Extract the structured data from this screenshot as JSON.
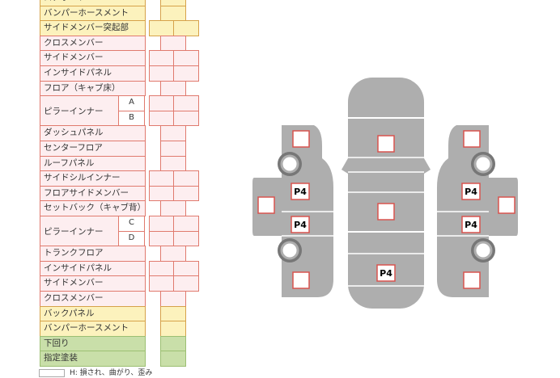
{
  "rows": [
    {
      "label": "ロアボード",
      "color": "yellow",
      "marks": "single-yellow"
    },
    {
      "label": "バンパーホースメント",
      "color": "yellow",
      "marks": "single-yellow"
    },
    {
      "label": "サイドメンバー突起部",
      "color": "yellow",
      "marks": "double-yellow"
    },
    {
      "label": "クロスメンバー",
      "color": "pink",
      "marks": "single"
    },
    {
      "label": "サイドメンバー",
      "color": "pink",
      "marks": "double"
    },
    {
      "label": "インサイドパネル",
      "color": "pink",
      "marks": "double"
    },
    {
      "label": "フロア（キャブ床）",
      "color": "pink",
      "marks": "single"
    },
    {
      "label": "ピラーインナー",
      "color": "pink",
      "marks": "double",
      "sub": [
        "A",
        "B"
      ]
    },
    {
      "label": "ダッシュパネル",
      "color": "pink",
      "marks": "single"
    },
    {
      "label": "センターフロア",
      "color": "pink",
      "marks": "single"
    },
    {
      "label": "ルーフパネル",
      "color": "pink",
      "marks": "single"
    },
    {
      "label": "サイドシルインナー",
      "color": "pink",
      "marks": "double"
    },
    {
      "label": "フロアサイドメンバー",
      "color": "pink",
      "marks": "double"
    },
    {
      "label": "セットバック（キャブ背）",
      "color": "pink",
      "marks": "single"
    },
    {
      "label": "ピラーインナー",
      "color": "pink",
      "marks": "double",
      "sub": [
        "C",
        "D"
      ]
    },
    {
      "label": "トランクフロア",
      "color": "pink",
      "marks": "single"
    },
    {
      "label": "インサイドパネル",
      "color": "pink",
      "marks": "double"
    },
    {
      "label": "サイドメンバー",
      "color": "pink",
      "marks": "double"
    },
    {
      "label": "クロスメンバー",
      "color": "pink",
      "marks": "single"
    },
    {
      "label": "バックパネル",
      "color": "yellow",
      "marks": "single-yellow"
    },
    {
      "label": "バンパーホースメント",
      "color": "yellow",
      "marks": "single-yellow"
    },
    {
      "label": "下回り",
      "color": "green",
      "marks": "single-green"
    },
    {
      "label": "指定塗装",
      "color": "green",
      "marks": "single-green"
    }
  ],
  "legend": {
    "text": "H: 損され、曲がり、歪み"
  },
  "diagram": {
    "badge_label": "P4",
    "colors": {
      "body": "#aeaeae",
      "line": "#ffffff",
      "marker": "#d9534f",
      "tire": "#777777"
    }
  }
}
